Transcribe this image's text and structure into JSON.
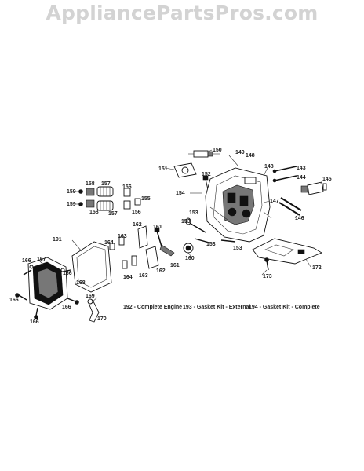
{
  "watermark": "AppliancePartsPros.com",
  "notes": {
    "n192": "192 - Complete Engine",
    "n193": "193 - Gasket Kit - External",
    "n194": "194 - Gasket Kit - Complete"
  },
  "callouts": [
    "150",
    "149",
    "148",
    "148",
    "151",
    "152",
    "143",
    "144",
    "145",
    "158",
    "157",
    "156",
    "159",
    "155",
    "154",
    "153",
    "147",
    "159",
    "158",
    "157",
    "156",
    "146",
    "162",
    "161",
    "153",
    "163",
    "164",
    "191",
    "160",
    "153",
    "153",
    "167",
    "166",
    "162",
    "161",
    "164",
    "163",
    "172",
    "168",
    "173",
    "166",
    "169",
    "166",
    "166",
    "170",
    "166"
  ]
}
